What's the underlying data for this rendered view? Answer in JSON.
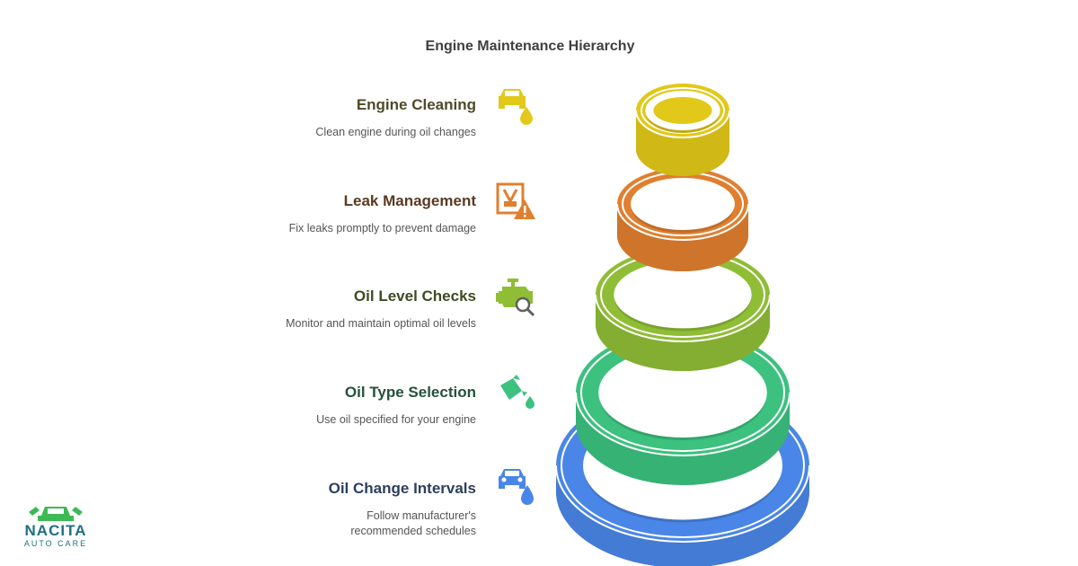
{
  "title": "Engine Maintenance Hierarchy",
  "levels": [
    {
      "heading": "Engine Cleaning",
      "description": "Clean engine during oil changes",
      "color": "#e2c818",
      "icon": "car-oil-drop-icon"
    },
    {
      "heading": "Leak Management",
      "description": "Fix leaks promptly to prevent damage",
      "color": "#e07f2f",
      "icon": "leak-warning-icon"
    },
    {
      "heading": "Oil Level Checks",
      "description": "Monitor and maintain optimal oil levels",
      "color": "#8fbd36",
      "icon": "engine-search-icon"
    },
    {
      "heading": "Oil Type Selection",
      "description": "Use oil specified for your engine",
      "color": "#3cc17f",
      "icon": "oil-can-icon"
    },
    {
      "heading": "Oil Change Intervals",
      "description": "Follow manufacturer's recommended schedules",
      "color": "#4a86e8",
      "icon": "car-oil-drop-icon"
    }
  ],
  "logo": {
    "name": "NACITA",
    "tagline": "AUTO CARE",
    "color": "#1f6f82",
    "accent": "#3dba55"
  }
}
